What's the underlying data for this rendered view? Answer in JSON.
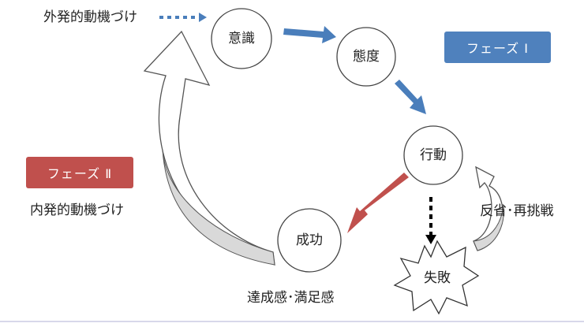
{
  "colors": {
    "blue_arrow": "#4a7ebb",
    "red_arrow": "#c0504d",
    "phase1_badge": "#4f81bd",
    "phase2_badge": "#c0504d",
    "swoosh_fill": "#d9d9d9"
  },
  "labels": {
    "extrinsic": "外発的動機づけ",
    "intrinsic": "内発的動機づけ",
    "reflection": "反省･再挑戦",
    "satisfaction": "達成感･満足感"
  },
  "badges": {
    "phase1": "フェーズ Ⅰ",
    "phase2": "フェーズ Ⅱ"
  },
  "nodes": {
    "awareness": "意識",
    "attitude": "態度",
    "action": "行動",
    "success": "成功",
    "failure": "失敗"
  }
}
